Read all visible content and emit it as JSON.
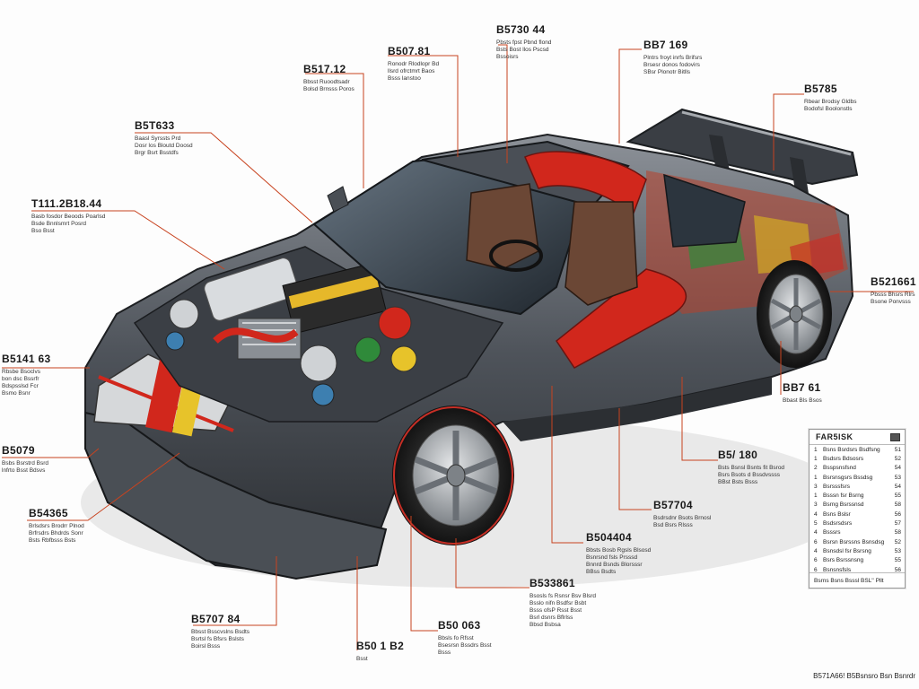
{
  "callouts": [
    {
      "id": "c1",
      "code": "B5730 44",
      "desc": "Pbsts fpst Pbnd flond\nBsts Bost llos Pscsd\nBssoisrs"
    },
    {
      "id": "c2",
      "code": "B507.81",
      "desc": "Ronodr Rlodlopr Bd\nllsrd ofrctmrt Baos\nBsss lanstoo"
    },
    {
      "id": "c3",
      "code": "BB7 169",
      "desc": "Plntrs froyt inrfs Brifsrs\nBrsesr donos fodovirs\nSBsr Plonotr Bitlls"
    },
    {
      "id": "c4",
      "code": "B517.12",
      "desc": "Bbsst Ruoodtsadr\nBolsd Brnsss Poros"
    },
    {
      "id": "c5",
      "code": "B5785",
      "desc": "Rbear Brodsy Gldbs\nBodofsl Boolonstls"
    },
    {
      "id": "c6",
      "code": "B5T633",
      "desc": "Baasl Syrssts Prd\nDosr los Bloutd Doosd\nBrgr Bsrt Bsstdfs"
    },
    {
      "id": "c7",
      "code": "T111.2B18.44",
      "desc": "Basb fosdor Beoods Poarlsd\nBsde Bnnlsmrt Posrd\nBso Bsst"
    },
    {
      "id": "c8",
      "code": "B521661",
      "desc": "Pbsss Bhsrs Rlrs\nBsone Ponvsss"
    },
    {
      "id": "c9",
      "code": "B5141 63",
      "desc": "Rbsbe Bsoclvs\nbon dsc Bssrfr\nBdspsslsd Fcr\nBsmo Bsnr"
    },
    {
      "id": "c10",
      "code": "BB7 61",
      "desc": "Bbast Bls Bsos"
    },
    {
      "id": "c11",
      "code": "B5079",
      "desc": "Bsbs Bsrstrd Bsrd\nlnfrto Bsst Bdsvs"
    },
    {
      "id": "c12",
      "code": "B5/ 180",
      "desc": "Bsts Bsnsl Bsnts fit Bsrod\nBsrs Bsots d Bssdvssss\nBBst Bsts Bsss"
    },
    {
      "id": "c13",
      "code": "B54365",
      "desc": "Brlsdsrs Brodrr Plnod\nBrfrsdrs Bhdrds Sonr\nBsts Rbfbsss Bsts"
    },
    {
      "id": "c14",
      "code": "B57704",
      "desc": "Bsdrsdnr Bsots Brnosl\nBsd Bsrs Rlsss"
    },
    {
      "id": "c15",
      "code": "B504404",
      "desc": "Bbsts Bosb Rgsls Blsosd\nBsnrsnd fsls Prsssd\nBnnrd Bsnds Blorsssr\nBBss Bsdts"
    },
    {
      "id": "c16",
      "code": "B533861",
      "desc": "Bsosls fs Rsnsr Bsv Blsrd\nBsslo nifn Bsdfsr Bsbt\nBsss ofsP Rsst Bsst\nBsrl dsnrs Bflrlss\nBbsd Bsbsa"
    },
    {
      "id": "c17",
      "code": "B5707 84",
      "desc": "Bbsst Bsscvslns Bsdts\nBsrtsl fs Bfsrs Bslsts\nBoirsl Bsss"
    },
    {
      "id": "c18",
      "code": "B50 063",
      "desc": "Bbsls fo Rfsst\nBsesrsn Bssdrs Bsst\nBsss"
    },
    {
      "id": "c19",
      "code": "B50 1 B2",
      "desc": "Bsst"
    }
  ],
  "legend": {
    "title": "FAR5ISK",
    "rows": [
      {
        "num": "1",
        "label": "Bsns Bsrdsrs Bsdfsng",
        "count": "51"
      },
      {
        "num": "1",
        "label": "Bsdsrs Bdsosrs",
        "count": "52"
      },
      {
        "num": "2",
        "label": "Bsspsnsfsnd",
        "count": "54"
      },
      {
        "num": "1",
        "label": "Bsrsnsgsrs Bssdsg",
        "count": "53"
      },
      {
        "num": "3",
        "label": "Bsrsssfsrs",
        "count": "54"
      },
      {
        "num": "1",
        "label": "Bsssn fsr Bsrng",
        "count": "55"
      },
      {
        "num": "3",
        "label": "Bsrng Bsrssnsd",
        "count": "58"
      },
      {
        "num": "4",
        "label": "Bsns Bslsr",
        "count": "56"
      },
      {
        "num": "5",
        "label": "Bsdsrsdsrs",
        "count": "57"
      },
      {
        "num": "4",
        "label": "Bsssrs",
        "count": "58"
      },
      {
        "num": "6",
        "label": "Bsrsn Bsrssns Bsnsdsg",
        "count": "52"
      },
      {
        "num": "4",
        "label": "Bsnsdsl fsr Bsrsng",
        "count": "53"
      },
      {
        "num": "6",
        "label": "Bsrs Bsrssnsng",
        "count": "55"
      },
      {
        "num": "6",
        "label": "Bsnsnsfsls",
        "count": "56"
      }
    ],
    "footer": "Bsrns Bsns Bsssl BSL'' Pllt"
  },
  "footer_note": "B571A66! B5Bsnsro Bsn Bsnrdr",
  "colors": {
    "leader": "#c8431f",
    "body_gray": "#5e636a",
    "accent_red": "#d1271c",
    "glass": "#2e3740"
  }
}
